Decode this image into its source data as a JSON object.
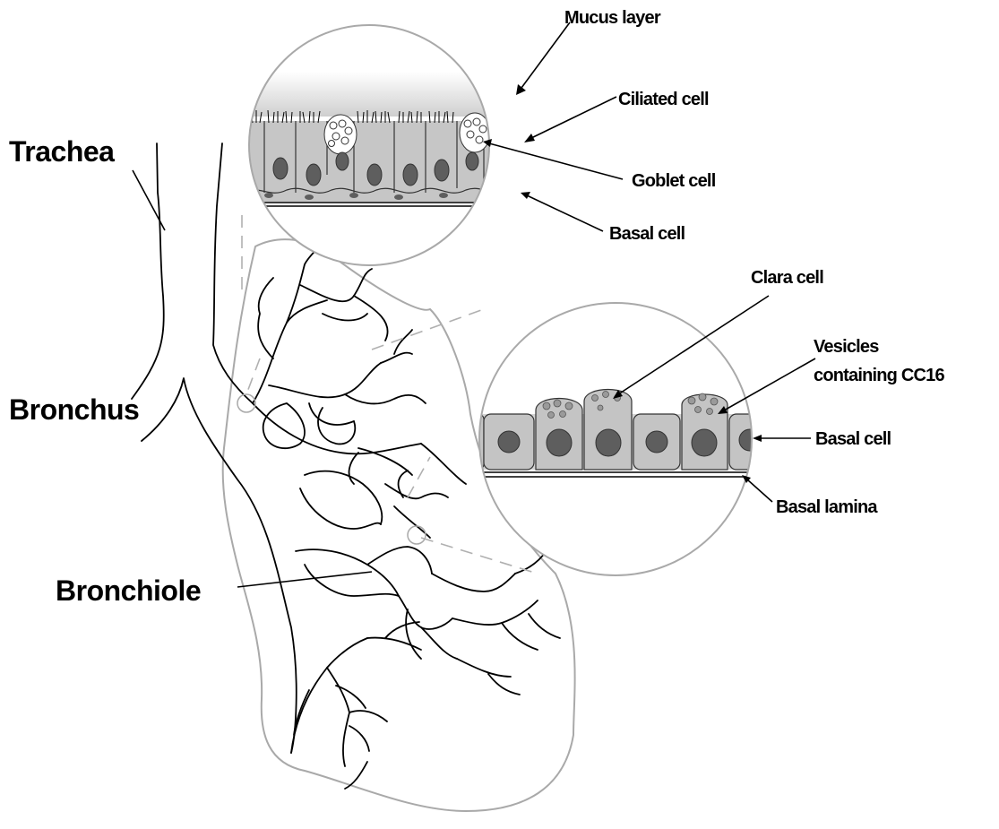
{
  "labels": {
    "trachea": "Trachea",
    "bronchus": "Bronchus",
    "bronchiole": "Bronchiole",
    "mucus_layer": "Mucus layer",
    "ciliated_cell": "Ciliated cell",
    "goblet_cell": "Goblet cell",
    "basal_cell_top": "Basal cell",
    "clara_cell": "Clara cell",
    "vesicles_line1": "Vesicles",
    "vesicles_line2": "containing CC16",
    "basal_cell_bottom": "Basal cell",
    "basal_lamina": "Basal lamina"
  },
  "colors": {
    "line": "#000000",
    "outline_gray": "#a9a9a9",
    "cell_fill": "#c9c9c9",
    "nucleus_fill": "#606060",
    "mucus_gray": "#d8d8d8"
  }
}
